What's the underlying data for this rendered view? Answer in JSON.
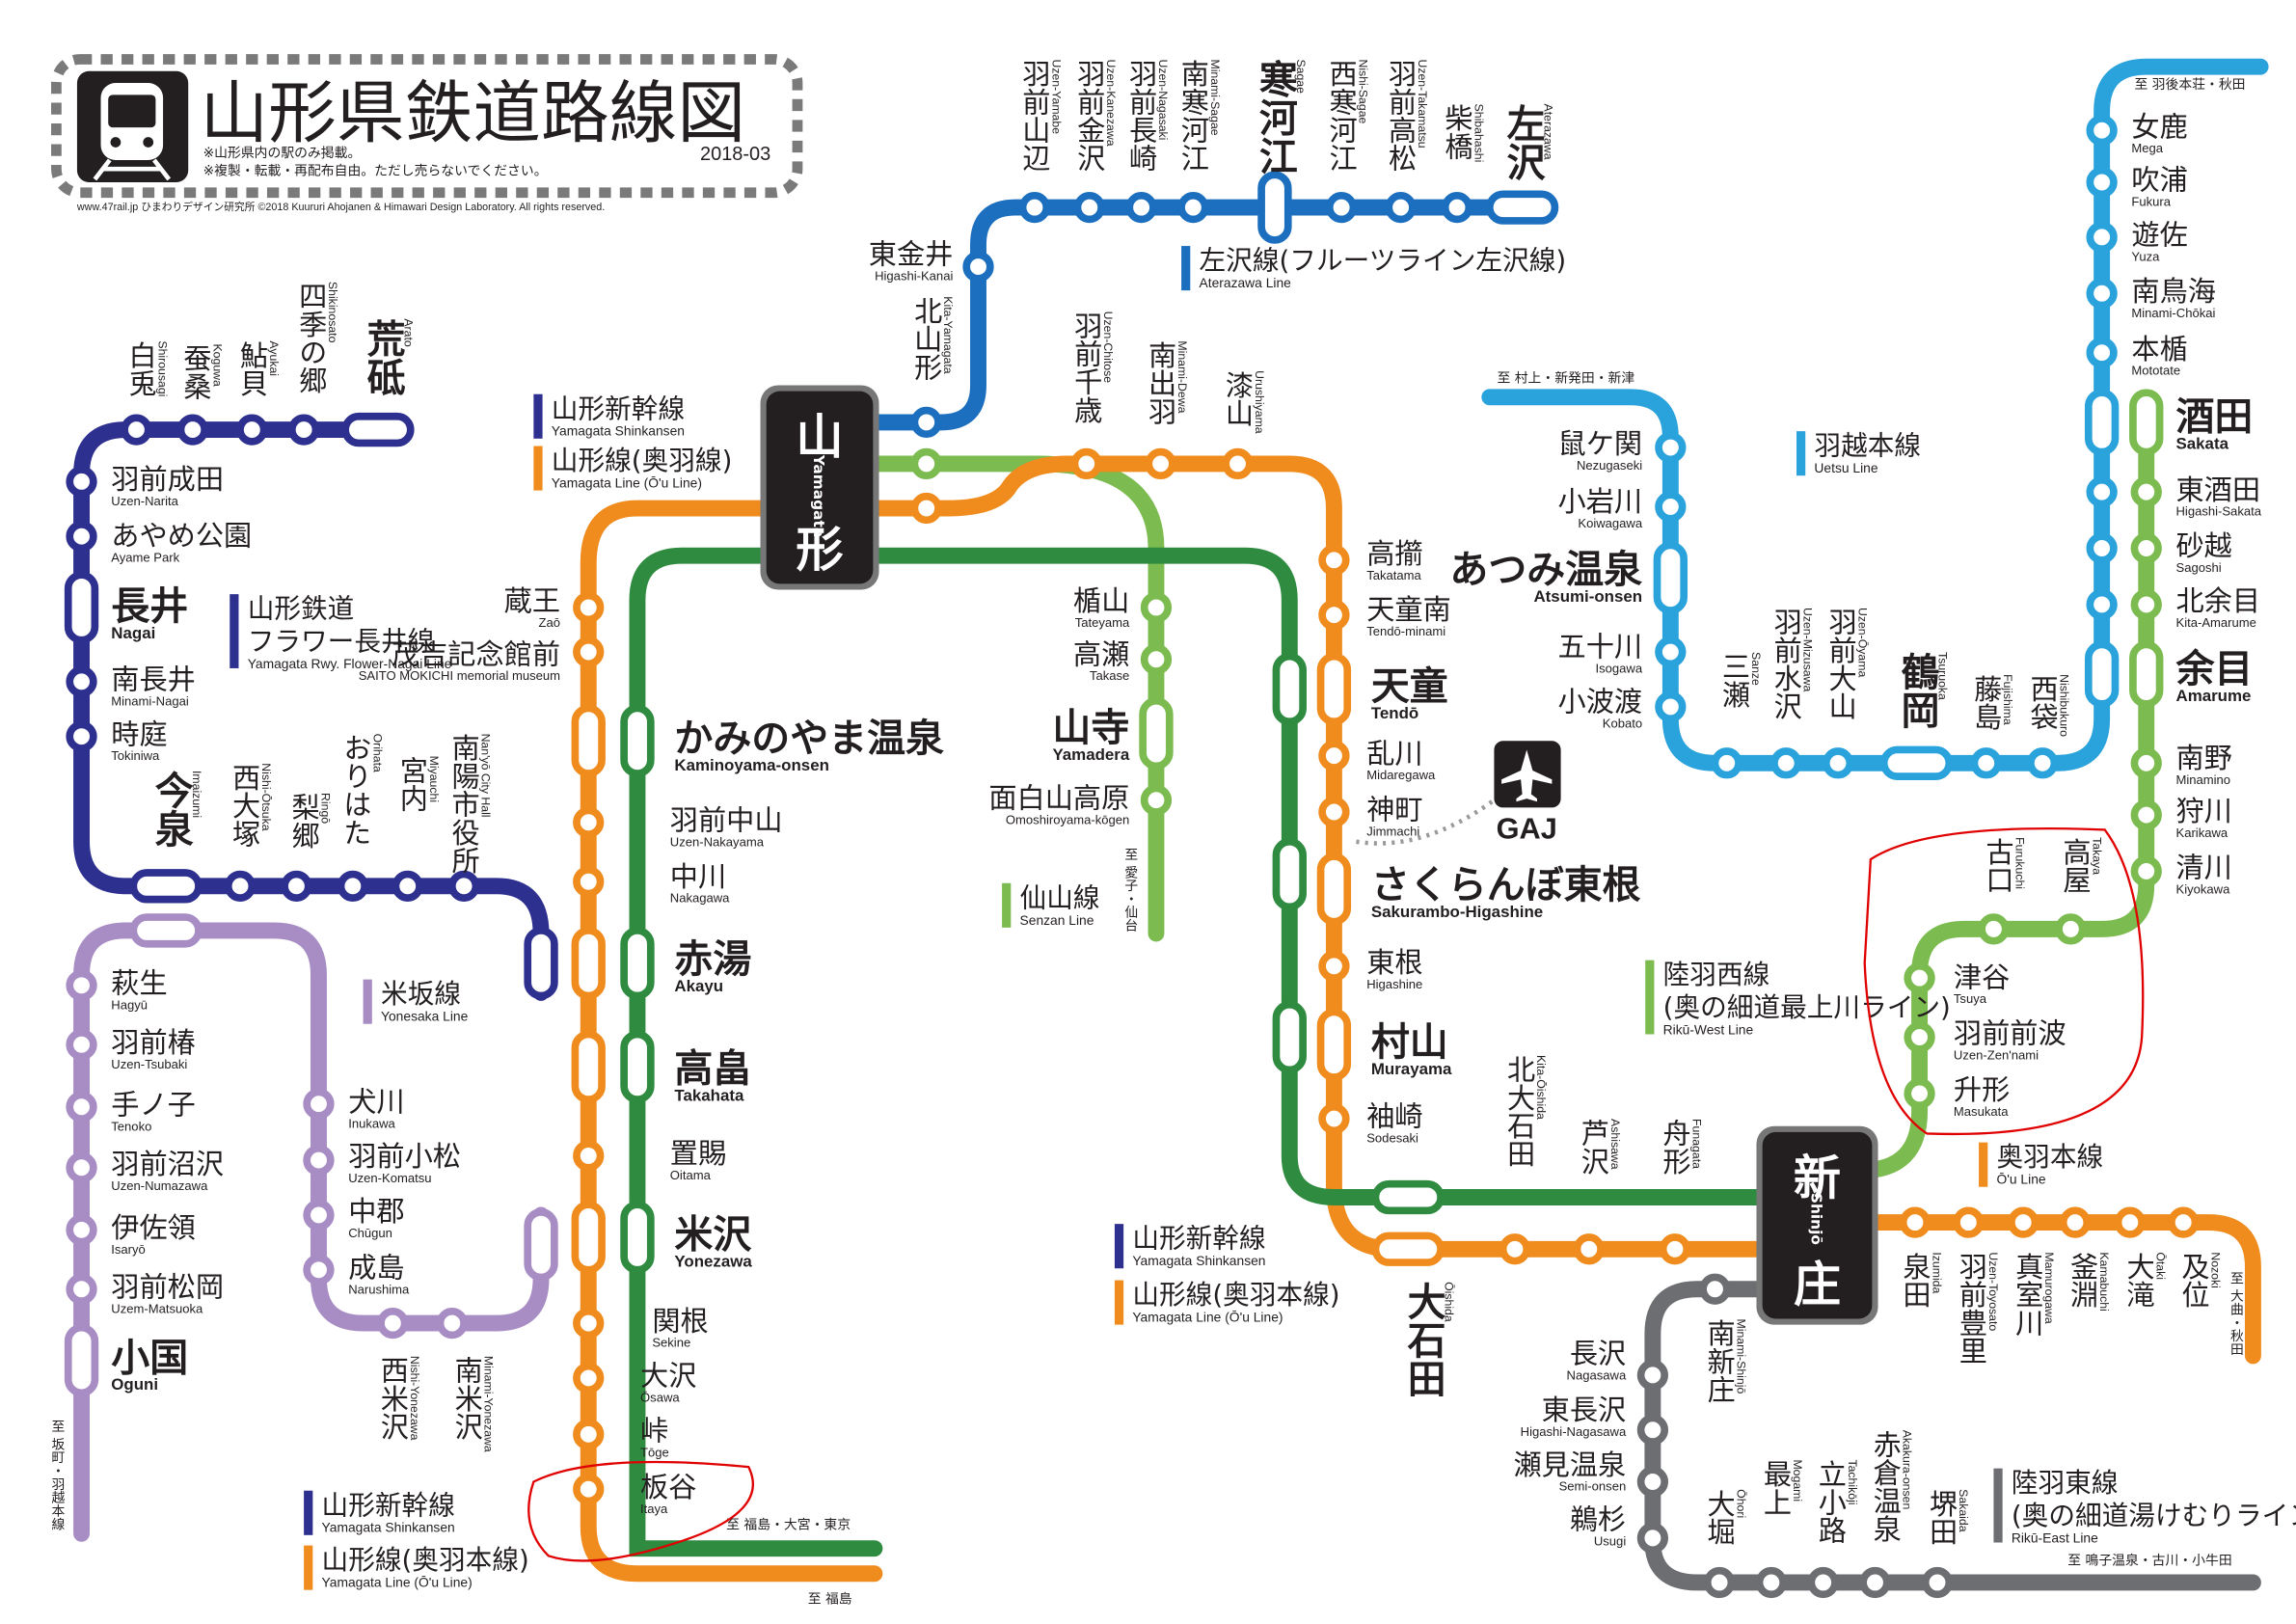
{
  "title": {
    "main": "山形県鉄道路線図",
    "date": "2018-03",
    "note1": "※山形県内の駅のみ掲載。",
    "note2": "※複製・転載・再配布自由。ただし売らないでください。",
    "credit": "www.47rail.jp ひまわりデザイン研究所 ©2018 Kuururi Ahojanen & Himawari Design Laboratory. All rights reserved."
  },
  "colors": {
    "shinkansen": "#2e8b3f",
    "ou": "#ef8c1d",
    "aterazawa": "#1c6fbe",
    "senzan": "#7bbb4f",
    "nagai": "#2e3090",
    "yonesaka": "#a88cc4",
    "uetsu": "#2aa2dc",
    "rikuwest": "#7bbb4f",
    "rikueast": "#6d6e71",
    "hub": "#231f20",
    "annotation": "#e00000"
  },
  "hubs": {
    "yamagata": {
      "ja1": "山",
      "ja2": "形",
      "en": "Yamagata"
    },
    "shinjo": {
      "ja1": "新",
      "ja2": "庄",
      "en": "Shinjō"
    }
  },
  "airport": {
    "code": "GAJ",
    "icon": "airplane-icon"
  },
  "lines": {
    "aterazawa": {
      "stations": [
        {
          "ja": "北山形",
          "en": "Kita-Yamagata"
        },
        {
          "ja": "東金井",
          "en": "Higashi-Kanai"
        },
        {
          "ja": "羽前山辺",
          "en": "Uzen-Yamabe"
        },
        {
          "ja": "羽前金沢",
          "en": "Uzen-Kanezawa"
        },
        {
          "ja": "羽前長崎",
          "en": "Uzen-Nagasaki"
        },
        {
          "ja": "南寒河江",
          "en": "Minami-Sagae"
        },
        {
          "ja": "寒河江",
          "en": "Sagae"
        },
        {
          "ja": "西寒河江",
          "en": "Nishi-Sagae"
        },
        {
          "ja": "羽前高松",
          "en": "Uzen-Takamatsu"
        },
        {
          "ja": "柴橋",
          "en": "Shibahashi"
        },
        {
          "ja": "左沢",
          "en": "Aterazawa"
        }
      ]
    },
    "senzan": {
      "stations": [
        {
          "ja": "北山形",
          "en": ""
        },
        {
          "ja": "楯山",
          "en": "Tateyama"
        },
        {
          "ja": "高瀬",
          "en": "Takase"
        },
        {
          "ja": "山寺",
          "en": "Yamadera"
        },
        {
          "ja": "面白山高原",
          "en": "Omoshiroyama-kōgen"
        }
      ]
    },
    "ou_north": {
      "stations": [
        {
          "ja": "北山形",
          "en": ""
        },
        {
          "ja": "羽前千歳",
          "en": "Uzen-Chitose"
        },
        {
          "ja": "南出羽",
          "en": "Minami-Dewa"
        },
        {
          "ja": "漆山",
          "en": "Urushiyama"
        },
        {
          "ja": "高擶",
          "en": "Takatama"
        },
        {
          "ja": "天童南",
          "en": "Tendō-minami"
        },
        {
          "ja": "天童",
          "en": "Tendō"
        },
        {
          "ja": "乱川",
          "en": "Midaregawa"
        },
        {
          "ja": "神町",
          "en": "Jimmachi"
        },
        {
          "ja": "さくらんぼ東根",
          "en": "Sakurambo-Higashine"
        },
        {
          "ja": "東根",
          "en": "Higashine"
        },
        {
          "ja": "村山",
          "en": "Murayama"
        },
        {
          "ja": "袖崎",
          "en": "Sodesaki"
        },
        {
          "ja": "大石田",
          "en": "Ōishida"
        },
        {
          "ja": "北大石田",
          "en": "Kita-Ōishida"
        },
        {
          "ja": "芦沢",
          "en": "Ashisawa"
        },
        {
          "ja": "舟形",
          "en": "Funagata"
        }
      ]
    },
    "ou_east": {
      "stations": [
        {
          "ja": "泉田",
          "en": "Izumida"
        },
        {
          "ja": "羽前豊里",
          "en": "Uzen-Toyosato"
        },
        {
          "ja": "真室川",
          "en": "Mamurogawa"
        },
        {
          "ja": "釜淵",
          "en": "Kamabuchi"
        },
        {
          "ja": "大滝",
          "en": "Ōtaki"
        },
        {
          "ja": "及位",
          "en": "Nozoki"
        }
      ]
    },
    "ou_south": {
      "stations": [
        {
          "ja": "蔵王",
          "en": "Zaō"
        },
        {
          "ja": "茂吉記念館前",
          "en": "SAITO MOKICHI memorial museum"
        },
        {
          "ja": "かみのやま温泉",
          "en": "Kaminoyama-onsen"
        },
        {
          "ja": "羽前中山",
          "en": "Uzen-Nakayama"
        },
        {
          "ja": "中川",
          "en": "Nakagawa"
        },
        {
          "ja": "赤湯",
          "en": "Akayu"
        },
        {
          "ja": "高畠",
          "en": "Takahata"
        },
        {
          "ja": "置賜",
          "en": "Oitama"
        },
        {
          "ja": "米沢",
          "en": "Yonezawa"
        },
        {
          "ja": "関根",
          "en": "Sekine"
        },
        {
          "ja": "大沢",
          "en": "Ōsawa"
        },
        {
          "ja": "峠",
          "en": "Tōge"
        },
        {
          "ja": "板谷",
          "en": "Itaya"
        }
      ]
    },
    "nagai": {
      "stations": [
        {
          "ja": "南陽市役所",
          "en": "Nan'yō City Hall"
        },
        {
          "ja": "宮内",
          "en": "Miyauchi"
        },
        {
          "ja": "おりはた",
          "en": "Orihata"
        },
        {
          "ja": "梨郷",
          "en": "Ringō"
        },
        {
          "ja": "西大塚",
          "en": "Nishi-Ōtsuka"
        },
        {
          "ja": "今泉",
          "en": "Imaizumi"
        },
        {
          "ja": "時庭",
          "en": "Tokiniwa"
        },
        {
          "ja": "南長井",
          "en": "Minami-Nagai"
        },
        {
          "ja": "長井",
          "en": "Nagai"
        },
        {
          "ja": "あやめ公園",
          "en": "Ayame Park"
        },
        {
          "ja": "羽前成田",
          "en": "Uzen-Narita"
        },
        {
          "ja": "白兎",
          "en": "Shirousagi"
        },
        {
          "ja": "蚕桑",
          "en": "Koguwa"
        },
        {
          "ja": "鮎貝",
          "en": "Ayukai"
        },
        {
          "ja": "四季の郷",
          "en": "Shikinosato"
        },
        {
          "ja": "荒砥",
          "en": "Arato"
        }
      ]
    },
    "yonesaka": {
      "stations": [
        {
          "ja": "萩生",
          "en": "Hagyū"
        },
        {
          "ja": "羽前椿",
          "en": "Uzen-Tsubaki"
        },
        {
          "ja": "手ノ子",
          "en": "Tenoko"
        },
        {
          "ja": "羽前沼沢",
          "en": "Uzen-Numazawa"
        },
        {
          "ja": "伊佐領",
          "en": "Isaryō"
        },
        {
          "ja": "羽前松岡",
          "en": "Uzem-Matsuoka"
        },
        {
          "ja": "小国",
          "en": "Oguni"
        },
        {
          "ja": "犬川",
          "en": "Inukawa"
        },
        {
          "ja": "羽前小松",
          "en": "Uzen-Komatsu"
        },
        {
          "ja": "中郡",
          "en": "Chūgun"
        },
        {
          "ja": "成島",
          "en": "Narushima"
        },
        {
          "ja": "西米沢",
          "en": "Nishi-Yonezawa"
        },
        {
          "ja": "南米沢",
          "en": "Minami-Yonezawa"
        }
      ]
    },
    "uetsu": {
      "stations": [
        {
          "ja": "鼠ケ関",
          "en": "Nezugaseki"
        },
        {
          "ja": "小岩川",
          "en": "Koiwagawa"
        },
        {
          "ja": "あつみ温泉",
          "en": "Atsumi-onsen"
        },
        {
          "ja": "五十川",
          "en": "Isogawa"
        },
        {
          "ja": "小波渡",
          "en": "Kobato"
        },
        {
          "ja": "三瀬",
          "en": "Sanze"
        },
        {
          "ja": "羽前水沢",
          "en": "Uzen-Mizusawa"
        },
        {
          "ja": "羽前大山",
          "en": "Uzen-Ōyama"
        },
        {
          "ja": "鶴岡",
          "en": "Tsuruoka"
        },
        {
          "ja": "藤島",
          "en": "Fujishima"
        },
        {
          "ja": "西袋",
          "en": "Nishibukuro"
        },
        {
          "ja": "余目",
          "en": "Amarume"
        },
        {
          "ja": "北余目",
          "en": "Kita-Amarume"
        },
        {
          "ja": "砂越",
          "en": "Sagoshi"
        },
        {
          "ja": "東酒田",
          "en": "Higashi-Sakata"
        },
        {
          "ja": "酒田",
          "en": "Sakata"
        },
        {
          "ja": "本楯",
          "en": "Mototate"
        },
        {
          "ja": "南鳥海",
          "en": "Minami-Chōkai"
        },
        {
          "ja": "遊佐",
          "en": "Yuza"
        },
        {
          "ja": "吹浦",
          "en": "Fukura"
        },
        {
          "ja": "女鹿",
          "en": "Mega"
        }
      ]
    },
    "rikuwest": {
      "stations": [
        {
          "ja": "南野",
          "en": "Minamino"
        },
        {
          "ja": "狩川",
          "en": "Karikawa"
        },
        {
          "ja": "清川",
          "en": "Kiyokawa"
        },
        {
          "ja": "高屋",
          "en": "Takaya"
        },
        {
          "ja": "古口",
          "en": "Furukuchi"
        },
        {
          "ja": "津谷",
          "en": "Tsuya"
        },
        {
          "ja": "羽前前波",
          "en": "Uzen-Zen'nami"
        },
        {
          "ja": "升形",
          "en": "Masukata"
        }
      ]
    },
    "rikueast": {
      "stations": [
        {
          "ja": "南新庄",
          "en": "Minami-Shinjō"
        },
        {
          "ja": "長沢",
          "en": "Nagasawa"
        },
        {
          "ja": "東長沢",
          "en": "Higashi-Nagasawa"
        },
        {
          "ja": "瀬見温泉",
          "en": "Semi-onsen"
        },
        {
          "ja": "鵜杉",
          "en": "Usugi"
        },
        {
          "ja": "大堀",
          "en": "Ōhori"
        },
        {
          "ja": "最上",
          "en": "Mogami"
        },
        {
          "ja": "立小路",
          "en": "Tachikōji"
        },
        {
          "ja": "赤倉温泉",
          "en": "Akakura-onsen"
        },
        {
          "ja": "堺田",
          "en": "Sakaida"
        }
      ]
    }
  },
  "legends": [
    {
      "ja": "山形新幹線",
      "en": "Yamagata Shinkansen",
      "color": "#2e3090"
    },
    {
      "ja": "山形線(奥羽線)",
      "en": "Yamagata Line (Ō'u Line)",
      "color": "#ef8c1d"
    },
    {
      "ja": "山形鉄道 フラワー長井線",
      "en": "Yamagata Rwy. Flower-Nagai Line",
      "color": "#2e3090"
    },
    {
      "ja": "米坂線",
      "en": "Yonesaka Line",
      "color": "#a88cc4"
    },
    {
      "ja": "左沢線(フルーツライン左沢線)",
      "en": "Aterazawa Line",
      "color": "#1c6fbe"
    },
    {
      "ja": "仙山線",
      "en": "Senzan Line",
      "color": "#7bbb4f"
    },
    {
      "ja": "羽越本線",
      "en": "Uetsu Line",
      "color": "#2aa2dc"
    },
    {
      "ja": "陸羽西線 (奥の細道最上川ライン)",
      "en": "Rikū-West Line",
      "color": "#7bbb4f"
    },
    {
      "ja": "奥羽本線",
      "en": "Ō'u Line",
      "color": "#ef8c1d"
    },
    {
      "ja": "山形新幹線",
      "en": "Yamagata Shinkansen",
      "color": "#2e3090"
    },
    {
      "ja": "山形線(奥羽本線)",
      "en": "Yamagata Line (Ō'u Line)",
      "color": "#ef8c1d"
    },
    {
      "ja": "山形新幹線",
      "en": "Yamagata Shinkansen",
      "color": "#2e3090"
    },
    {
      "ja": "山形線(奥羽本線)",
      "en": "Yamagata Line (Ō'u Line)",
      "color": "#ef8c1d"
    },
    {
      "ja": "陸羽東線 (奥の細道湯けむりライン)",
      "en": "Rikū-East Line",
      "color": "#6d6e71"
    }
  ],
  "directions": [
    "至 羽後本荘・秋田",
    "至 村上・新発田・新津",
    "至 愛子・仙台",
    "至 福島・大宮・東京",
    "至 福島",
    "至 大曲・秋田",
    "至 鳴子温泉・古川・小牛田",
    "至 坂町・羽越本線"
  ]
}
